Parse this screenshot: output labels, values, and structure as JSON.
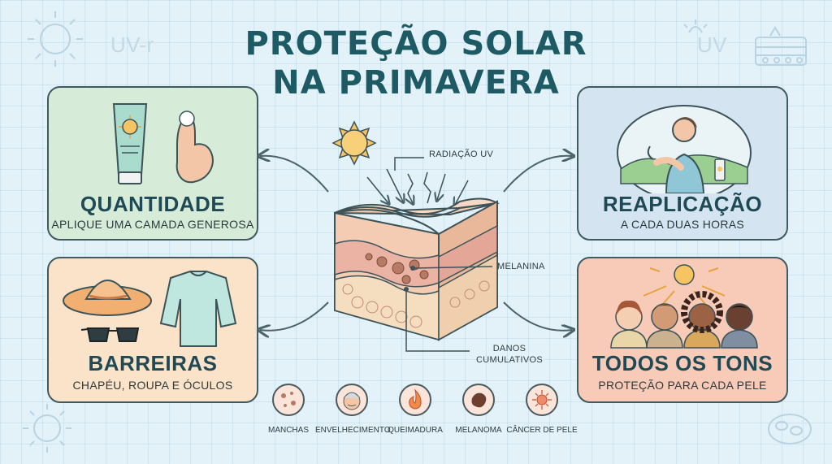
{
  "title": {
    "line1": "PROTEÇÃO SOLAR",
    "line2": "NA PRIMAVERA"
  },
  "watermarks": {
    "left": "UV-r",
    "right": "UV"
  },
  "cards": {
    "quantidade": {
      "title": "QUANTIDADE",
      "subtitle": "APLIQUE UMA CAMADA GENEROSA"
    },
    "reaplicacao": {
      "title": "REAPLICAÇÃO",
      "subtitle": "A CADA DUAS HORAS"
    },
    "barreiras": {
      "title": "BARREIRAS",
      "subtitle": "CHAPÉU, ROUPA E ÓCULOS"
    },
    "tons": {
      "title": "TODOS OS TONS",
      "subtitle": "PROTEÇÃO PARA CADA PELE"
    }
  },
  "skin_diagram": {
    "uv_label": "RADIAÇÃO UV",
    "melanin_label": "MELANINA",
    "damage_label_line1": "DANOS",
    "damage_label_line2": "CUMULATIVOS"
  },
  "effects": [
    {
      "name": "MANCHAS",
      "icon": "spots-icon"
    },
    {
      "name": "ENVELHECIMENTO",
      "icon": "aging-face-icon"
    },
    {
      "name": "QUEIMADURA",
      "icon": "flame-icon"
    },
    {
      "name": "MELANOMA",
      "icon": "mole-icon"
    },
    {
      "name": "CÂNCER DE PELE",
      "icon": "cancer-cell-icon"
    }
  ],
  "colors": {
    "background": "#e3f1f8",
    "title": "#1d5a63",
    "card_quantidade": "#d6ecd9",
    "card_barreiras": "#fbe3c9",
    "card_reaplicacao": "#d4e5f1",
    "card_tons": "#f8cbb9",
    "sun": "#f6c462"
  }
}
